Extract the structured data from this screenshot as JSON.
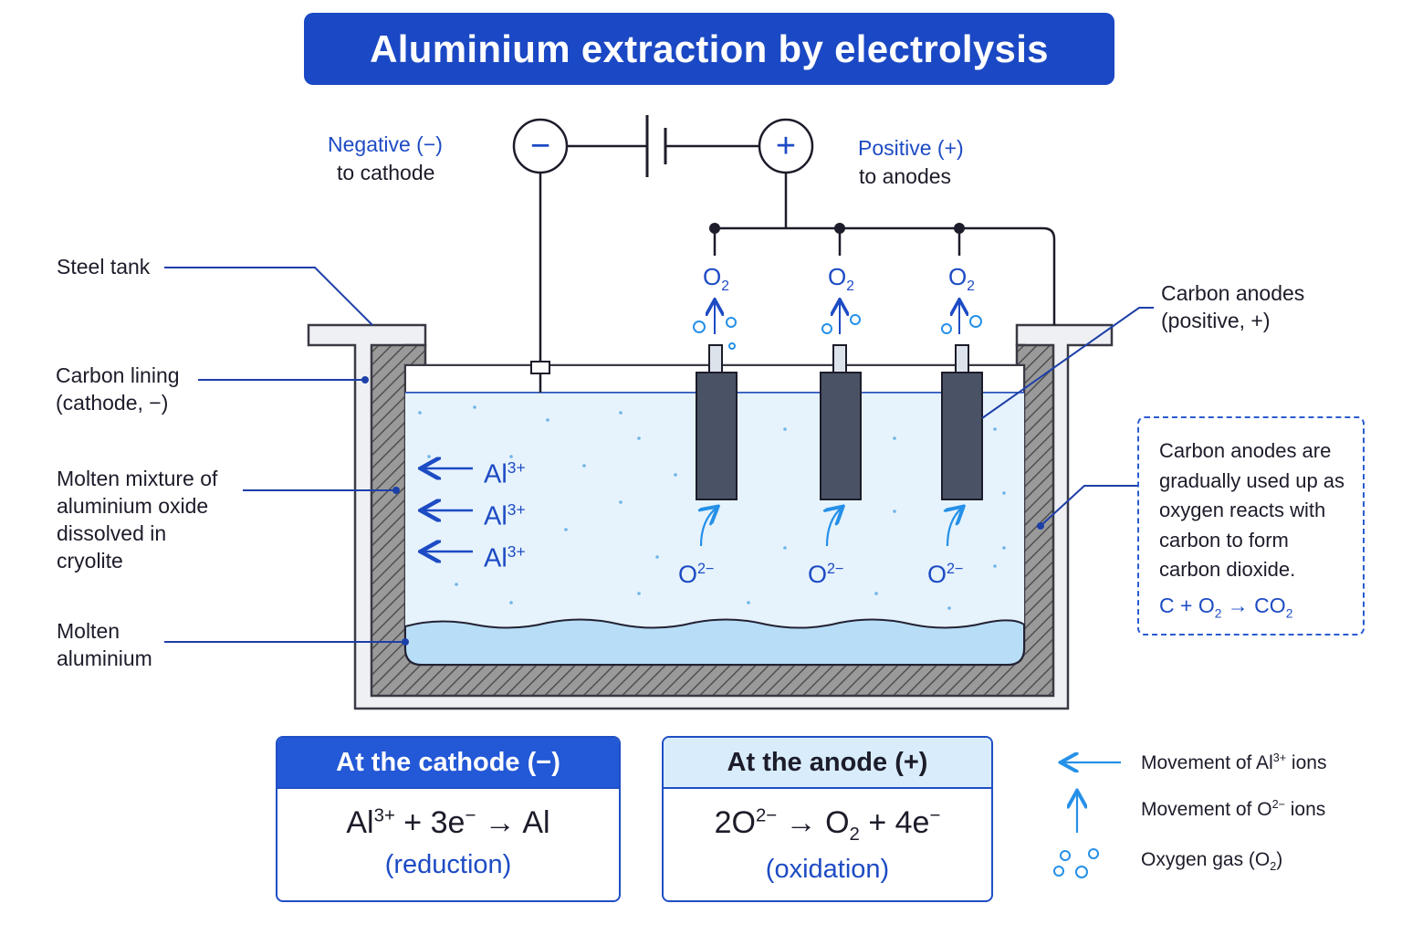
{
  "title": "Aluminium extraction by electrolysis",
  "power": {
    "negative_line1": "Negative (−)",
    "negative_line2": "to cathode",
    "positive_line1": "Positive (+)",
    "positive_line2": "to anodes",
    "minus_symbol": "−",
    "plus_symbol": "+"
  },
  "labels": {
    "steel_tank": "Steel tank",
    "carbon_lining_1": "Carbon lining",
    "carbon_lining_2": "(cathode, −)",
    "molten_mixture_1": "Molten mixture of",
    "molten_mixture_2": "aluminium oxide",
    "molten_mixture_3": "dissolved in",
    "molten_mixture_4": "cryolite",
    "molten_al_1": "Molten",
    "molten_al_2": "aluminium",
    "carbon_anodes_1": "Carbon anodes",
    "carbon_anodes_2": "(positive, +)"
  },
  "ions": {
    "al_base": "Al",
    "al_charge": "3+",
    "o_base": "O",
    "o_charge": "2−",
    "o2_base": "O",
    "o2_sub": "2"
  },
  "note": {
    "line1": "Carbon anodes are",
    "line2": "gradually used up as",
    "line3": "oxygen reacts with",
    "line4": "carbon to form",
    "line5": "carbon dioxide.",
    "eq_c": "C + O",
    "eq_sub1": "2",
    "eq_arrow": " → CO",
    "eq_sub2": "2"
  },
  "cathode_box": {
    "header": "At the cathode (−)",
    "eq_al": "Al",
    "eq_charge": "3+",
    "eq_rest": " + 3e",
    "eq_e_charge": "−",
    "eq_product": " → Al",
    "type": "(reduction)"
  },
  "anode_box": {
    "header": "At the anode (+)",
    "eq_o": "2O",
    "eq_charge": "2−",
    "eq_arrow": " → O",
    "eq_sub": "2",
    "eq_rest": " + 4e",
    "eq_e_charge": "−",
    "type": "(oxidation)"
  },
  "legend": {
    "al_prefix": "Movement of Al",
    "al_charge": "3+",
    "al_suffix": " ions",
    "o_prefix": "Movement of O",
    "o_charge": "2−",
    "o_suffix": " ions",
    "gas_prefix": "Oxygen gas (O",
    "gas_sub": "2",
    "gas_suffix": ")"
  },
  "colors": {
    "title_bg": "#1b48c4",
    "accent_blue": "#1d4bc4",
    "arrow_blue": "#2590e8",
    "electrolyte": "#e6f3fc",
    "molten_aluminium": "#b8ddf7",
    "anode": "#4a5265",
    "lining": "#8a8a8a",
    "tank": "#eef0f3",
    "cathode_header_bg": "#2358d6",
    "anode_header_bg": "#d9ecfb"
  }
}
